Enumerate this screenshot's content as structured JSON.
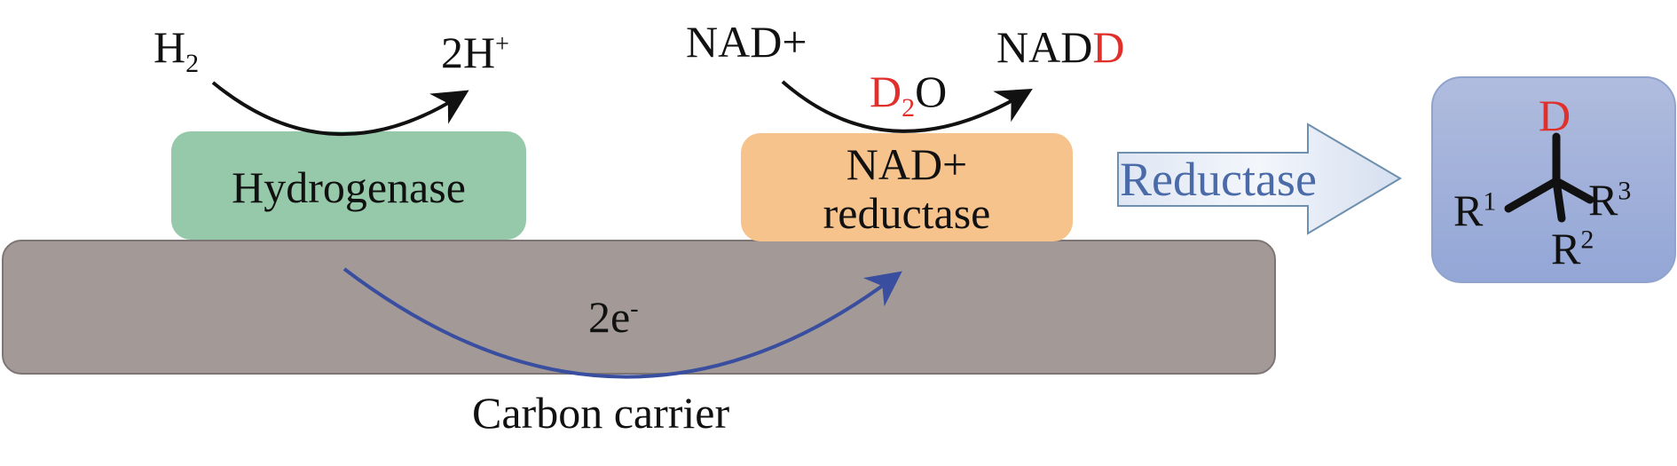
{
  "diagram": {
    "reaction1": {
      "substrate": "H",
      "substrate_sub": "2",
      "product": "2H",
      "product_sup": "+"
    },
    "reaction2": {
      "substrate": "NAD+",
      "cosubstrate_label": "D",
      "cosubstrate_sub": "2",
      "cosubstrate_suffix": "O",
      "product_prefix": "NAD",
      "product_suffix": "D"
    },
    "enzymes": {
      "hydrogenase": "Hydrogenase",
      "nad_reductase_line1": "NAD+",
      "nad_reductase_line2": "reductase"
    },
    "carrier": {
      "electron_label": "2e",
      "electron_sup": "-",
      "label": "Carbon carrier"
    },
    "conversion_arrow": {
      "label": "Reductase"
    },
    "product": {
      "top_atom": "D",
      "r1": "R",
      "r1_sup": "1",
      "r2": "R",
      "r2_sup": "2",
      "r3": "R",
      "r3_sup": "3"
    },
    "colors": {
      "hydrogenase_fill": "#96c9a9",
      "reductase_fill": "#f7c38d",
      "carrier_fill": "#a39a98",
      "electron_arrow": "#3a4ea0",
      "deuterium": "#e0302b",
      "reductase_arrow_text": "#4a6aa8",
      "product_box": "#a3b2da"
    }
  }
}
